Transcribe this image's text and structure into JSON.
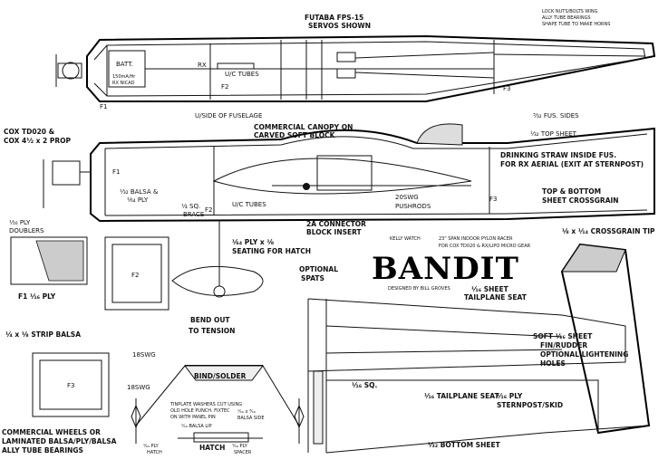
{
  "plan": {
    "title": "BANDIT",
    "kelly_watch": "KELLY WATCH",
    "subtitle_line1": "23\" SPAN INDOOR PYLON RACER",
    "subtitle_line2": "FOR COX TD020 & RX/LIPO MICRO GEAR",
    "designer": "DESIGNED BY BILL GROVES"
  },
  "top_view": {
    "servos": "FUTABA FPS-15",
    "servos_shown": "SERVOS SHOWN",
    "note1": "LOCK NUTS/BOLTS WING",
    "note2": "ALLY TUBE BEARINGS",
    "note3": "SHAPE TUBE TO MAKE HORNS",
    "batt": "BATT.",
    "batt_spec1": "150mA/Hr",
    "batt_spec2": "RX NICAD",
    "rx": "RX",
    "uc_tubes": "U/C TUBES",
    "f1": "F1",
    "f2": "F2",
    "f3": "F3",
    "fus_sides": "³⁄₃₂ FUS. SIDES",
    "underside": "U/SIDE OF FUSELAGE"
  },
  "side_view": {
    "engine1": "COX TD020 &",
    "engine2": "COX 4½ x 2 PROP",
    "canopy1": "COMMERCIAL CANOPY ON",
    "canopy2": "CARVED SOFT BLOCK",
    "top_sheet": "¹⁄₃₂ TOP SHEET",
    "straw1": "DRINKING STRAW INSIDE FUS.",
    "straw2": "FOR RX AERIAL (EXIT AT STERNPOST)",
    "balsa_ply1": "¹⁄₃₂ BALSA &",
    "balsa_ply2": "¹⁄₆₄ PLY",
    "brace1": "¹⁄₄ SQ.",
    "brace2": "BRACE",
    "uc_tubes": "U/C TUBES",
    "f1": "F1",
    "f2": "F2",
    "f3": "F3",
    "pushrods1": "20SWG",
    "pushrods2": "PUSHRODS",
    "connector1": "2A CONNECTOR",
    "connector2": "BLOCK INSERT",
    "crossgrain1": "TOP & BOTTOM",
    "crossgrain2": "SHEET CROSSGRAIN",
    "hatch_seat1": "¹⁄₆₄ PLY x ¹⁄₈",
    "hatch_seat2": "SEATING FOR HATCH",
    "spats1": "OPTIONAL",
    "spats2": "SPATS"
  },
  "parts": {
    "doublers1": "¹⁄₁₆ PLY",
    "doublers2": "DOUBLERS",
    "f1_ply": "F1 ¹⁄₁₆ PLY",
    "f2": "F2",
    "strip_balsa": "¹⁄₄ x ¹⁄₈ STRIP BALSA",
    "f3": "F3",
    "bend1": "BEND OUT",
    "bend2": "TO TENSION",
    "swg18": "18SWG",
    "bind_solder": "BIND/SOLDER",
    "swg18b": "18SWG",
    "washer1": "TINPLATE WASHERS CUT USING",
    "washer2": "OLD HOLE PUNCH. FIXTEC",
    "washer3": "ON WITH PANEL PIN",
    "wheels1": "COMMERCIAL WHEELS OR",
    "wheels2": "LAMINATED BALSA/PLY/BALSA",
    "wheels3": "ALLY TUBE BEARINGS",
    "balsa_lip": "¹⁄₁₆ BALSA LIP",
    "side_sq": "¹⁄₁₆ x ³⁄₁₆",
    "balsa_side": "BALSA SIDE",
    "ply_hatch1": "¹⁄₆₄ PLY",
    "ply_hatch2": "HATCH",
    "hatch": "HATCH",
    "ply_spacer1": "¹⁄₁₆ PLY",
    "ply_spacer2": "SPACER"
  },
  "tail": {
    "crossgrain_tip": "¹⁄₈ x ¹⁄₁₄ CROSSGRAIN TIP",
    "tp_seat_top1": "¹⁄₁₆ SHEET",
    "tp_seat_top2": "TAILPLANE SEAT",
    "soft1": "SOFT ¹⁄₁₆ SHEET",
    "soft2": "FIN/RUDDER",
    "soft3": "OPTIONAL LIGHTENING",
    "soft4": "HOLES",
    "tp_seat_bottom": "¹⁄₁₆ TAILPLANE SEAT",
    "sq16": "¹⁄₁₆ SQ.",
    "sternpost1": "¹⁄₁₆ PLY",
    "sternpost2": "STERNPOST/SKID",
    "bottom_sheet": "¹⁄₃₂ BOTTOM SHEET"
  }
}
